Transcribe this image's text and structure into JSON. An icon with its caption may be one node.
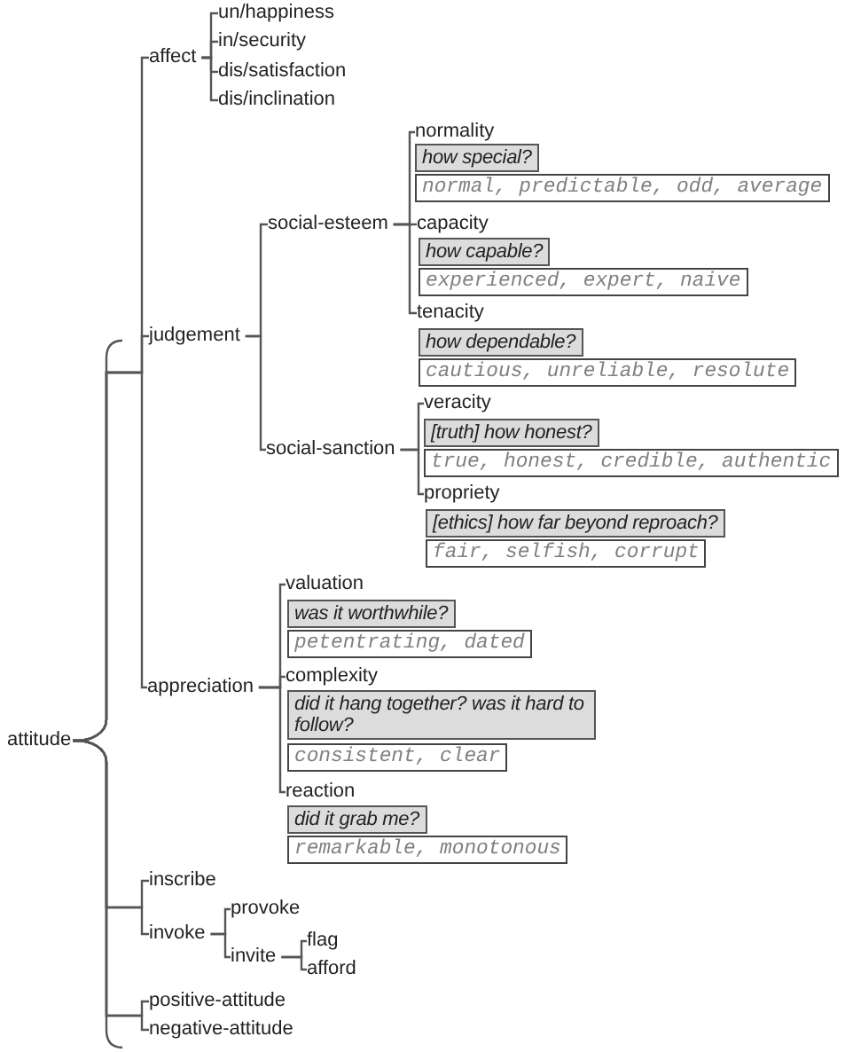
{
  "diagram": {
    "nodes": [
      {
        "text": [
          "attitude"
        ]
      },
      {
        "text": [
          "affect"
        ]
      },
      {
        "text": [
          "un/happiness"
        ]
      },
      {
        "text": [
          "in/security"
        ]
      },
      {
        "text": [
          "dis/satisfaction"
        ]
      },
      {
        "text": [
          "dis/inclination"
        ]
      },
      {
        "text": [
          "judgement"
        ]
      },
      {
        "text": [
          "social-esteem"
        ]
      },
      {
        "text": [
          "normality"
        ]
      },
      {
        "text": [
          "how special?"
        ]
      },
      {
        "text": [
          "normal, predictable, odd, average"
        ]
      },
      {
        "text": [
          "capacity"
        ]
      },
      {
        "text": [
          "how capable?"
        ]
      },
      {
        "text": [
          "experienced, expert, naive"
        ]
      },
      {
        "text": [
          "tenacity"
        ]
      },
      {
        "text": [
          "how dependable?"
        ]
      },
      {
        "text": [
          "cautious, unreliable, resolute"
        ]
      },
      {
        "text": [
          "social-sanction"
        ]
      },
      {
        "text": [
          "veracity"
        ]
      },
      {
        "text": [
          "[truth] how honest?"
        ]
      },
      {
        "text": [
          "true, honest, credible, authentic"
        ]
      },
      {
        "text": [
          "propriety"
        ]
      },
      {
        "text": [
          "[ethics] how far beyond reproach?"
        ]
      },
      {
        "text": [
          "fair, selfish, corrupt"
        ]
      },
      {
        "text": [
          "appreciation"
        ]
      },
      {
        "text": [
          "valuation"
        ]
      },
      {
        "text": [
          "was it worthwhile?"
        ]
      },
      {
        "text": [
          "petentrating, dated"
        ]
      },
      {
        "text": [
          "complexity"
        ]
      },
      {
        "text": [
          "did it hang together? was it hard to follow?"
        ]
      },
      {
        "text": [
          "consistent, clear"
        ]
      },
      {
        "text": [
          "reaction"
        ]
      },
      {
        "text": [
          "did it grab me?"
        ]
      },
      {
        "text": [
          "remarkable, monotonous"
        ]
      },
      {
        "text": [
          "inscribe"
        ]
      },
      {
        "text": [
          "invoke"
        ]
      },
      {
        "text": [
          "provoke"
        ]
      },
      {
        "text": [
          "invite"
        ]
      },
      {
        "text": [
          "flag"
        ]
      },
      {
        "text": [
          "afford"
        ]
      },
      {
        "text": [
          "positive-attitude"
        ]
      },
      {
        "text": [
          "negative-attitude"
        ]
      }
    ],
    "edges": [
      {
        "from": 0,
        "to": 1,
        "arrow": "none"
      },
      {
        "from": 0,
        "to": 6,
        "arrow": "none"
      },
      {
        "from": 0,
        "to": 24,
        "arrow": "none"
      },
      {
        "from": 0,
        "to": 34,
        "arrow": "none"
      },
      {
        "from": 0,
        "to": 35,
        "arrow": "none"
      },
      {
        "from": 0,
        "to": 40,
        "arrow": "none"
      },
      {
        "from": 0,
        "to": 41,
        "arrow": "none"
      },
      {
        "from": 1,
        "to": 2,
        "arrow": "none"
      },
      {
        "from": 1,
        "to": 3,
        "arrow": "none"
      },
      {
        "from": 1,
        "to": 4,
        "arrow": "none"
      },
      {
        "from": 1,
        "to": 5,
        "arrow": "none"
      },
      {
        "from": 6,
        "to": 7,
        "arrow": "none"
      },
      {
        "from": 6,
        "to": 17,
        "arrow": "none"
      },
      {
        "from": 7,
        "to": 8,
        "arrow": "none"
      },
      {
        "from": 7,
        "to": 11,
        "arrow": "none"
      },
      {
        "from": 7,
        "to": 14,
        "arrow": "none"
      },
      {
        "from": 17,
        "to": 18,
        "arrow": "none"
      },
      {
        "from": 17,
        "to": 21,
        "arrow": "none"
      },
      {
        "from": 24,
        "to": 25,
        "arrow": "none"
      },
      {
        "from": 24,
        "to": 28,
        "arrow": "none"
      },
      {
        "from": 24,
        "to": 31,
        "arrow": "none"
      },
      {
        "from": 35,
        "to": 36,
        "arrow": "none"
      },
      {
        "from": 35,
        "to": 37,
        "arrow": "none"
      },
      {
        "from": 37,
        "to": 38,
        "arrow": "none"
      },
      {
        "from": 37,
        "to": 39,
        "arrow": "none"
      }
    ]
  }
}
